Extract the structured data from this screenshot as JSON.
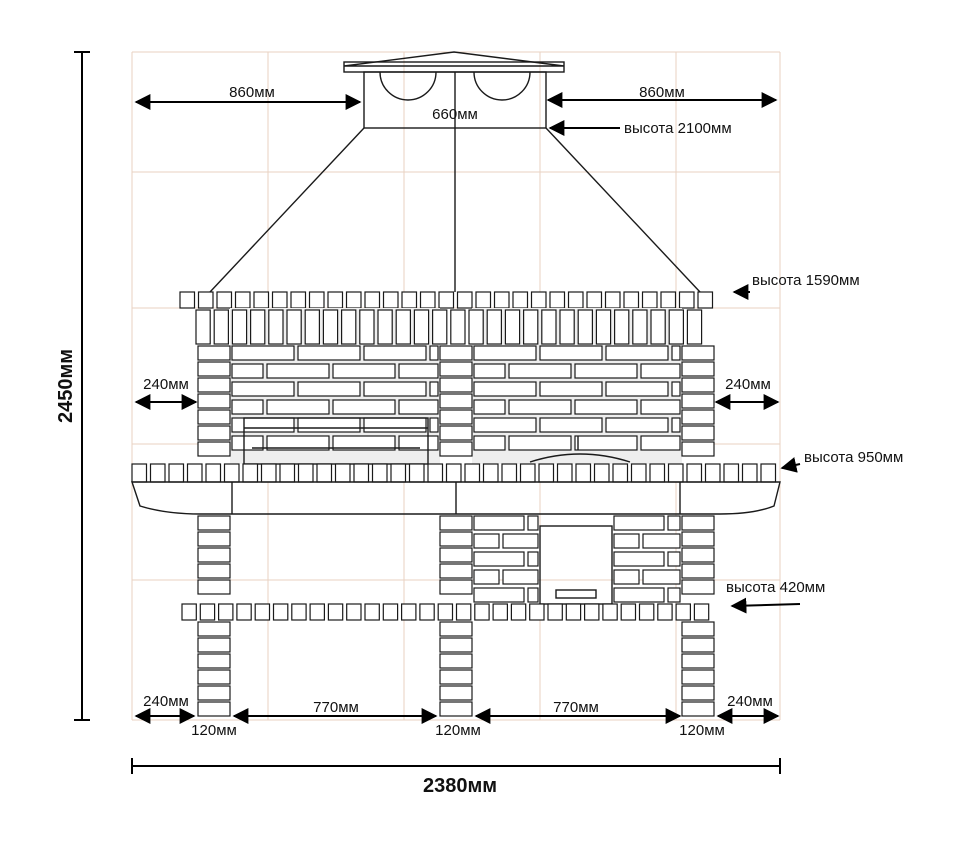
{
  "dimensions": {
    "top_left_width": "860мм",
    "top_right_width": "860мм",
    "chimney_width": "660мм",
    "chimney_height": "высота 2100мм",
    "hood_height": "высота 1590мм",
    "left_wall": "240мм",
    "right_wall": "240мм",
    "counter_height": "высота 950мм",
    "shelf_height": "высота 420мм",
    "bottom_left_wall": "240мм",
    "bottom_right_wall": "240мм",
    "left_post": "120мм",
    "middle_post": "120мм",
    "right_post": "120мм",
    "left_opening": "770мм",
    "right_opening": "770мм",
    "total_width": "2380мм",
    "total_height": "2450мм"
  },
  "colors": {
    "grid": "#e9d2c2",
    "line": "#1a1a1a",
    "shade": "#eeeeee"
  }
}
